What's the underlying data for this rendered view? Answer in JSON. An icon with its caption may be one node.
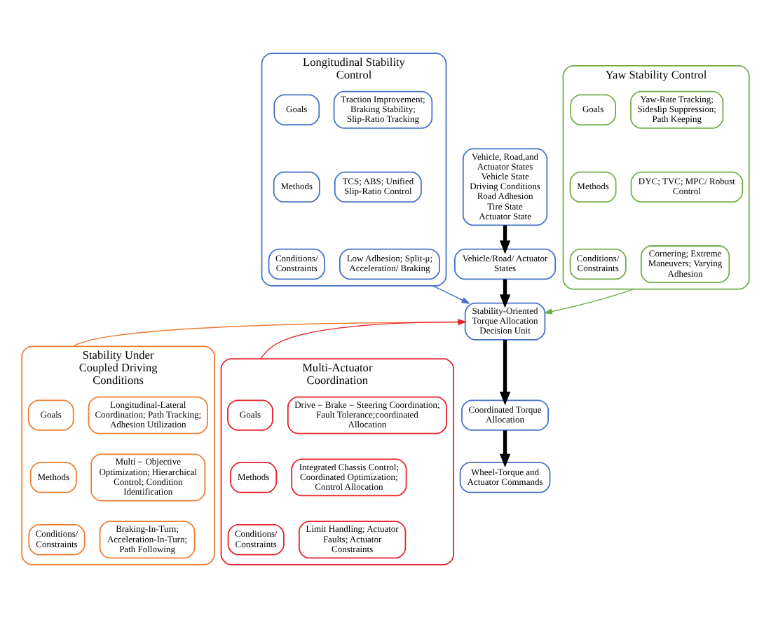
{
  "diagram": {
    "nodes": [
      {
        "text": [
          "Longitudinal Stability Control"
        ]
      },
      {
        "text": [
          "Goals"
        ],
        "in": 0
      },
      {
        "text": [
          "Traction Improvement; Braking Stability; Slip-Ratio Tracking"
        ],
        "in": 0
      },
      {
        "text": [
          "Methods"
        ],
        "in": 0
      },
      {
        "text": [
          "TCS; ABS; Unified Slip-Ratio Control"
        ],
        "in": 0
      },
      {
        "text": [
          "Conditions/ Constraints"
        ],
        "in": 0
      },
      {
        "text": [
          "Low Adhesion; Split-μ; Acceleration/ Braking"
        ],
        "in": 0
      },
      {
        "text": [
          "Vehicle, Road,and Actuator States",
          "Vehicle State",
          "Driving Conditions",
          "Road Adhesion",
          "Tire State",
          "Actuator State"
        ]
      },
      {
        "text": [
          "Vehicle/Road/ Actuator States"
        ]
      },
      {
        "text": [
          "Yaw Stability Control"
        ]
      },
      {
        "text": [
          "Goals"
        ],
        "in": 9
      },
      {
        "text": [
          "Yaw-Rate Tracking; Sideslip Suppression; Path Keeping"
        ],
        "in": 9
      },
      {
        "text": [
          "Methods"
        ],
        "in": 9
      },
      {
        "text": [
          "DYC; TVC; MPC/ Robust Control"
        ],
        "in": 9
      },
      {
        "text": [
          "Conditions/ Constraints"
        ],
        "in": 9
      },
      {
        "text": [
          "Cornering; Extreme Maneuvers; Varying Adhesion"
        ],
        "in": 9
      },
      {
        "text": [
          "Stability-Oriented Torque Allocation Decision Unit"
        ]
      },
      {
        "text": [
          "Stability Under Coupled Driving Conditions"
        ]
      },
      {
        "text": [
          "Goals"
        ],
        "in": 17
      },
      {
        "text": [
          "Longitudinal-Lateral Coordination; Path Tracking; Adhesion Utilization"
        ],
        "in": 17
      },
      {
        "text": [
          "Methods"
        ],
        "in": 17
      },
      {
        "text": [
          "Multi－Objective Optimization; Hierarchical Control; Condition Identification"
        ],
        "in": 17
      },
      {
        "text": [
          "Conditions/ Constraints"
        ],
        "in": 17
      },
      {
        "text": [
          "Braking-In-Turn; Acceleration-In-Turn; Path Following"
        ],
        "in": 17
      },
      {
        "text": [
          "Coordinated Torque Allocation"
        ]
      },
      {
        "text": [
          "Multi-Actuator Coordination"
        ]
      },
      {
        "text": [
          "Goals"
        ],
        "in": 25
      },
      {
        "text": [
          "Drive－Brake－Steering Coordination; Fault Tolerance;coordinated Allocation"
        ],
        "in": 25
      },
      {
        "text": [
          "Methods"
        ],
        "in": 25
      },
      {
        "text": [
          "Integrated Chassis Control; Coordinated Optimization; Control Allocation"
        ],
        "in": 25
      },
      {
        "text": [
          "Conditions/ Constraints"
        ],
        "in": 25
      },
      {
        "text": [
          "Limit Handling; Actuator Faults; Actuator Constraints"
        ],
        "in": 25
      },
      {
        "text": [
          "Wheel-Torque and Actuator Commands"
        ]
      }
    ],
    "edges": [
      {
        "from": 0,
        "to": 16,
        "arrow": "to",
        "color": "#4472c4"
      },
      {
        "from": 7,
        "to": 8,
        "arrow": "to",
        "style": "thick"
      },
      {
        "from": 8,
        "to": 16,
        "arrow": "to",
        "style": "thick"
      },
      {
        "from": 9,
        "to": 16,
        "arrow": "to",
        "color": "#70ad47"
      },
      {
        "from": 17,
        "to": 16,
        "arrow": "to",
        "color": "#ed7d31"
      },
      {
        "from": 25,
        "to": 16,
        "arrow": "to",
        "color": "#e8202a"
      },
      {
        "from": 16,
        "to": 24,
        "arrow": "to",
        "style": "thick"
      },
      {
        "from": 24,
        "to": 32,
        "arrow": "to",
        "style": "thick"
      }
    ]
  }
}
